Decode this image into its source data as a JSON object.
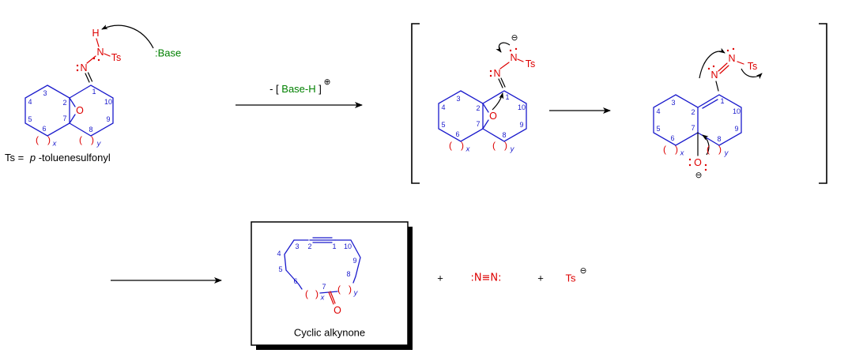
{
  "colors": {
    "blue": "#1a1acc",
    "red": "#dd0000",
    "green": "#008000",
    "black": "#000000"
  },
  "atoms": {
    "n1": "1",
    "n2": "2",
    "n3": "3",
    "n4": "4",
    "n5": "5",
    "n6": "6",
    "n7": "7",
    "n8": "8",
    "n9": "9",
    "n10": "10"
  },
  "symbols": {
    "N": "N",
    "H": "H",
    "O": "O",
    "Ts": "Ts",
    "lparen": "(",
    "rparen": ")",
    "x": "x",
    "y": "y",
    "minus_charge": "⊖"
  },
  "reagents": {
    "base": ":Base"
  },
  "ts_definition": {
    "prefix": "Ts =",
    "p": "p",
    "suffix": "-toluenesulfonyl"
  },
  "step1_arrow": {
    "pre": "- [",
    "species": "Base-H",
    "post": "]",
    "charge": "⊕"
  },
  "products": {
    "plus": "+",
    "dinitrogen": ":N≡N:",
    "tosylate": "Ts",
    "tosylate_charge": "⊖",
    "box_label": "Cyclic alkynone"
  }
}
